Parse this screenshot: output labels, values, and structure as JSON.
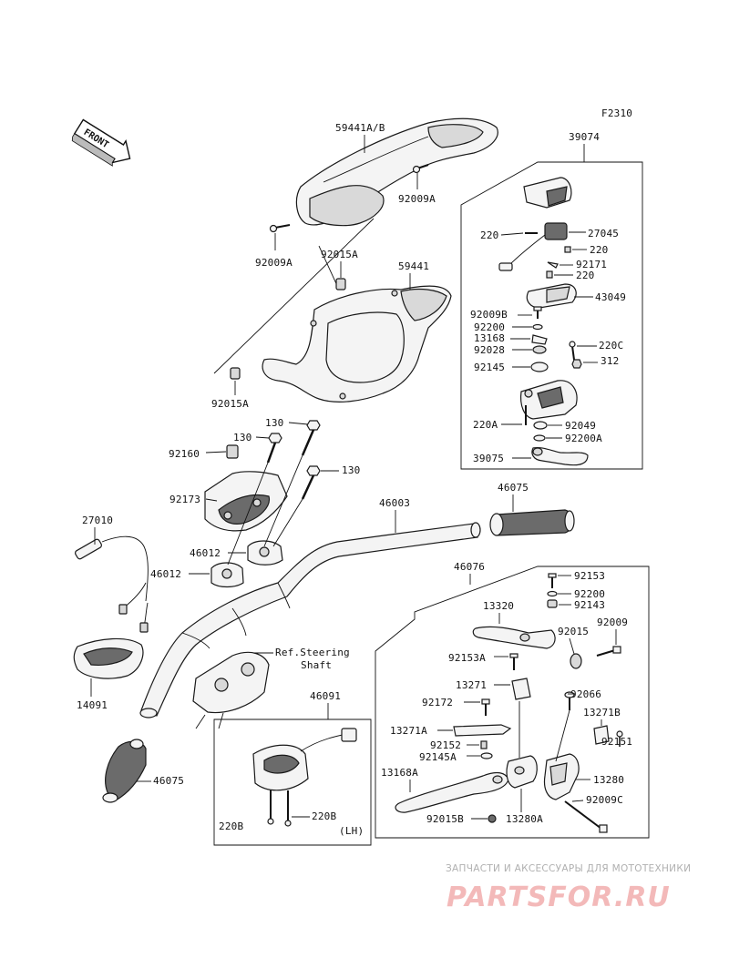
{
  "diagram_code": "F2310",
  "front_label": "FRONT",
  "parts": {
    "p59441AB": "59441A/B",
    "p92009A_1": "92009A",
    "p92009A_2": "92009A",
    "p92015A_1": "92015A",
    "p92015A_2": "92015A",
    "p59441": "59441",
    "p130_1": "130",
    "p130_2": "130",
    "p130_3": "130",
    "p92160": "92160",
    "p92173": "92173",
    "p46012_1": "46012",
    "p46012_2": "46012",
    "p27010": "27010",
    "p14091": "14091",
    "p46075_1": "46075",
    "p46075_2": "46075",
    "p46003": "46003",
    "p46091": "46091",
    "p220B_1": "220B",
    "p220B_2": "220B",
    "p39074": "39074",
    "p220_1": "220",
    "p27045": "27045",
    "p220_2": "220",
    "p92171": "92171",
    "p220_3": "220",
    "p43049": "43049",
    "p92009B": "92009B",
    "p92200_1": "92200",
    "p13168": "13168",
    "p92028": "92028",
    "p220C": "220C",
    "p92145": "92145",
    "p312": "312",
    "p220A": "220A",
    "p92049": "92049",
    "p92200A": "92200A",
    "p39075": "39075",
    "p46076": "46076",
    "p92153": "92153",
    "p92200_2": "92200",
    "p13320": "13320",
    "p92143": "92143",
    "p92015": "92015",
    "p92009": "92009",
    "p92153A": "92153A",
    "p13271": "13271",
    "p92172": "92172",
    "p92066": "92066",
    "p13271B": "13271B",
    "p13271A": "13271A",
    "p92152": "92152",
    "p92145A": "92145A",
    "p92151": "92151",
    "p13168A": "13168A",
    "p13280": "13280",
    "p92009C": "92009C",
    "p92015B": "92015B",
    "p13280A": "13280A"
  },
  "ref_note_line1": "Ref.Steering",
  "ref_note_line2": "Shaft",
  "lh_note": "(LH)",
  "watermark": {
    "tagline": "ЗАПЧАСТИ И АКСЕССУАРЫ ДЛЯ МОТОТЕХНИКИ",
    "brand": "PARTSFOR.RU",
    "color": "#f3b9b9"
  }
}
